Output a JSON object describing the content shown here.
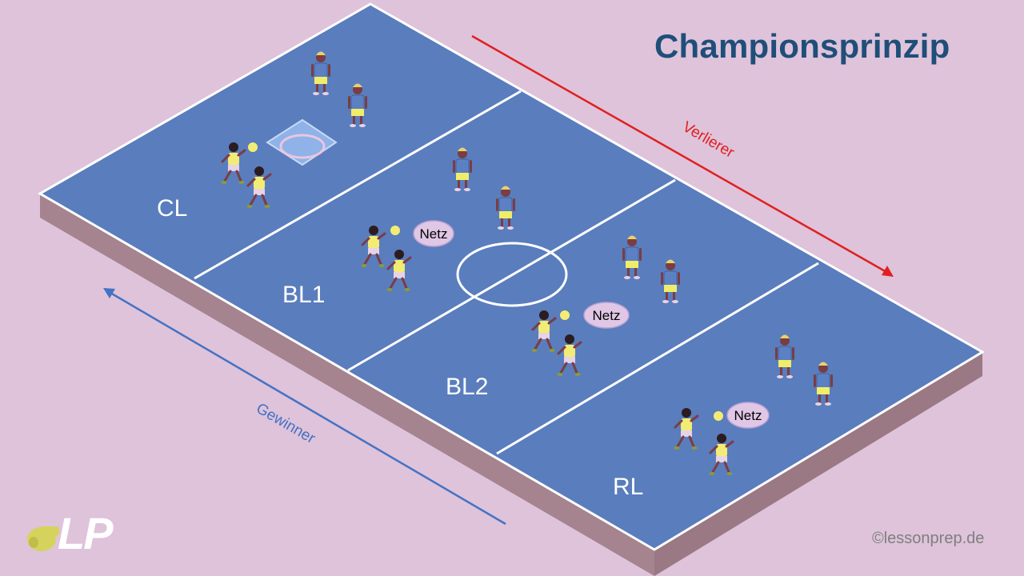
{
  "title": "Championsprinzip",
  "zones": {
    "cl": "CL",
    "bl1": "BL1",
    "bl2": "BL2",
    "rl": "RL"
  },
  "arrows": {
    "loser": {
      "label": "Verlierer",
      "color": "#e02020"
    },
    "winner": {
      "label": "Gewinner",
      "color": "#4472c4"
    }
  },
  "nets": [
    "Netz",
    "Netz",
    "Netz"
  ],
  "logo": {
    "text": "LP",
    "icon": "whistle-icon"
  },
  "copyright": "©lessonprep.de",
  "colors": {
    "court": "#5a7dbd",
    "court_side": "#a5838f",
    "lines": "#ffffff",
    "background": "#dec3da"
  }
}
